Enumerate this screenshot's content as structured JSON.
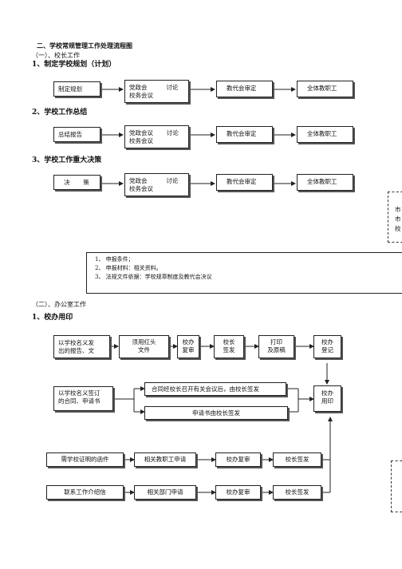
{
  "doc": {
    "title": "二、学校常规管理工作处理流程图",
    "sub1": "（一）、校长工作",
    "s1": "1、制定学校规划（计划）",
    "s2": "2、学校工作总结",
    "s3": "3、学校工作重大决策",
    "sub2": "（二）、办公室工作",
    "s4": "1、校办用印"
  },
  "plan": {
    "a": "制定规划",
    "b": "党政会          讨论\n校务会议",
    "c": "教代会审定",
    "d": "全体教职工"
  },
  "summary": {
    "a": "总结报告",
    "b": "党政会议       讨论\n校务会议",
    "c": "教代会审定",
    "d": "全体教职工"
  },
  "decision": {
    "a": "决       策",
    "b": "党政会          讨论\n校务会议",
    "c": "教代会审定",
    "d": "全体教职工"
  },
  "side_right": {
    "line1": "市",
    "line2": "市",
    "line3": "校"
  },
  "notes": {
    "n1": "1、 申报条件；",
    "n2": "2、 申报材料：相关资料。",
    "n3": "3、 法规文件依据：学校规章制度及教代会决议"
  },
  "seal": {
    "r1": {
      "a": "以学校名义发\n出的报告、文",
      "b": "须用红头\n文件",
      "c": "校办\n复审",
      "d": "校长\n签发",
      "e": "打印\n及原稿",
      "f": "校办\n登记"
    },
    "r2": {
      "a": "以学校名义签订\n的合同、申请书",
      "b": "合同经校长召开有关会议后，由校长签发",
      "c": "申请书由校长签发",
      "d": "校办\n用印"
    },
    "r3": {
      "a": "需学校证明的函件",
      "b": "相关教职工申请",
      "c": "校办复审",
      "d": "校长签发"
    },
    "r4": {
      "a": "联系工作介绍信",
      "b": "相关部门申请",
      "c": "校办复审",
      "d": "校长签发"
    }
  }
}
